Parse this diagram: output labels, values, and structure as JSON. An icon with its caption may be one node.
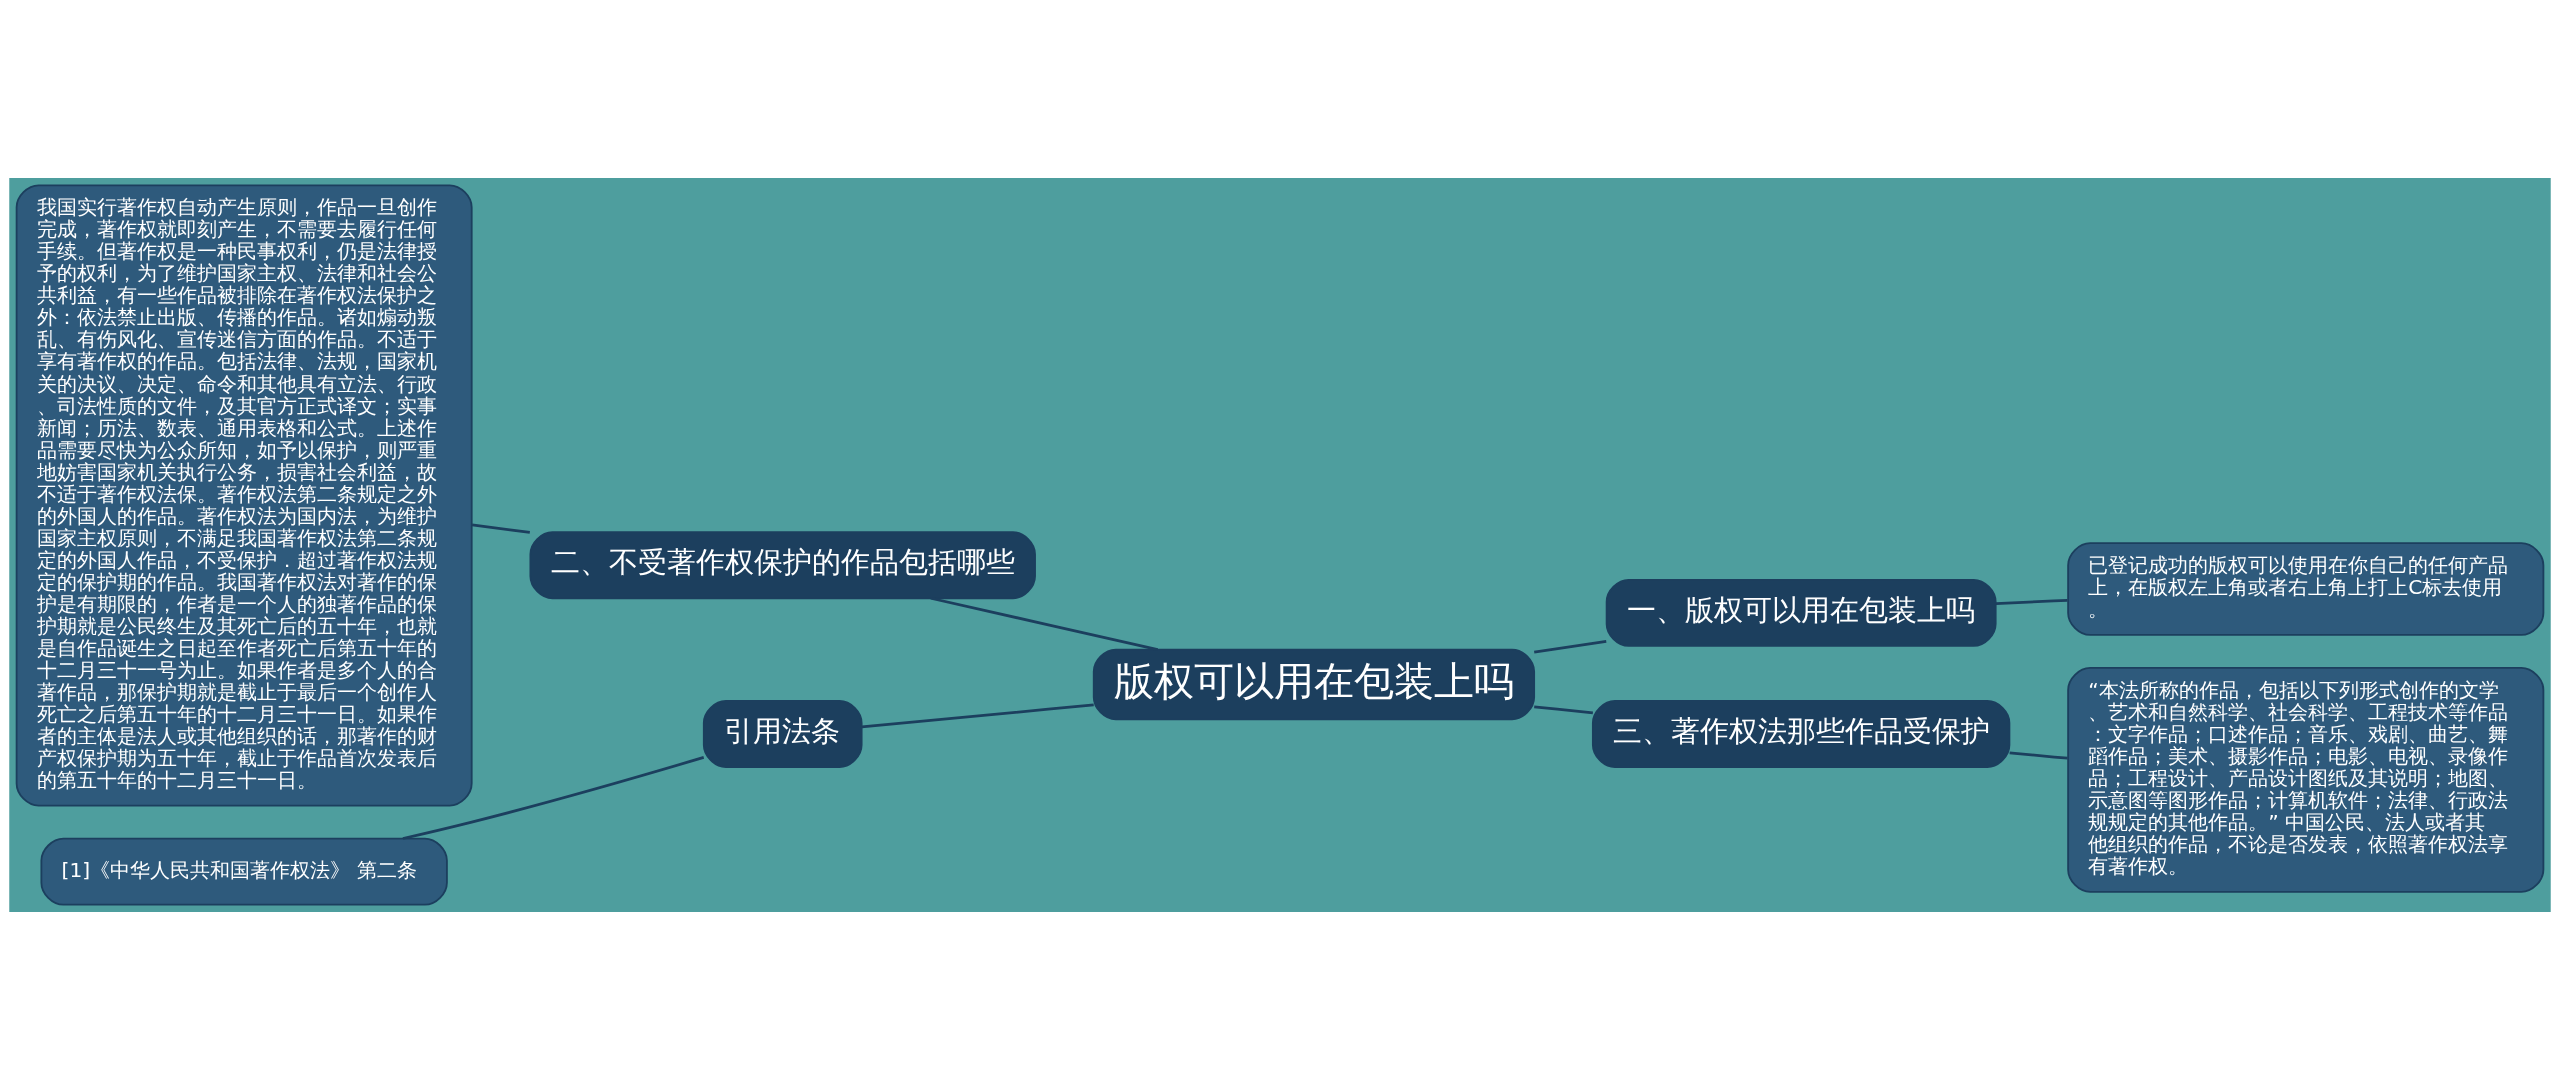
{
  "diagram": {
    "nodes": [
      {
        "text": [
          "版权可以用在包装上吗"
        ]
      },
      {
        "text": [
          "二、不受著作权保护的作品包括哪些"
        ]
      },
      {
        "text": [
          "我国实行著作权自动产生原则，作品一旦创作完成，著作权就即刻产生，不需要去履行任何手续。但著作权是一种民事权利，仍是法律授予的权利，为了维护国家主权、法律和社会公共利益，有一些作品被排除在著作权法保护之外：依法禁止出版、传播的作品。诸如煽动叛乱、有伤风化、宣传迷信方面的作品。不适于享有著作权的作品。包括法律、法规，国家机关的决议、决定、命令和其他具有立法、行政、司法性质的文件，及其官方正式译文；实事新闻；历法、数表、通用表格和公式。上述作品需要尽快为公众所知，如予以保护，则严重地妨害国家机关执行公务，损害社会利益，故不适于著作权法保。著作权法第二条规定之外的外国人的作品。著作权法为国内法，为维护国家主权原则，不满足我国著作权法第二条规定的外国人作品，不受保护．超过著作权法规定的保护期的作品。我国著作权法对著作的保护是有期限的，作者是一个人的独著作品的保护期就是公民终生及其死亡后的五十年，也就是自作品诞生之日起至作者死亡后第五十年的十二月三十一号为止。如果作者是多个人的合著作品，那保护期就是截止于最后一个创作人死亡之后第五十年的十二月三十一日。如果作者的主体是法人或其他组织的话，那著作的财产权保护期为五十年，截止于作品首次发表后的第五十年的十二月三十一日。"
        ]
      },
      {
        "text": [
          "引用法条"
        ]
      },
      {
        "text": [
          "[1]《中华人民共和国著作权法》 第二条"
        ]
      },
      {
        "text": [
          "一、版权可以用在包装上吗"
        ]
      },
      {
        "text": [
          "已登记成功的版权可以使用在你自己的任何产品上，在版权左上角或者右上角上打上C标去使用。"
        ]
      },
      {
        "text": [
          "三、著作权法那些作品受保护"
        ]
      },
      {
        "text": [
          "“本法所称的作品，包括以下列形式创作的文学、艺术和自然科学、社会科学、工程技术等作品：文字作品；口述作品；音乐、戏剧、曲艺、舞蹈作品；美术、摄影作品；电影、电视、录像作品；工程设计、产品设计图纸及其说明；地图、示意图等图形作品；计算机软件；法律、行政法规规定的其他作品。” 中国公民、法人或者其他组织的作品，不论是否发表，依照著作权法享有著作权。"
        ]
      }
    ],
    "edges": [
      {
        "from": 0,
        "to": 1,
        "arrow": "none"
      },
      {
        "from": 1,
        "to": 2,
        "arrow": "none"
      },
      {
        "from": 0,
        "to": 3,
        "arrow": "none"
      },
      {
        "from": 3,
        "to": 4,
        "arrow": "none"
      },
      {
        "from": 0,
        "to": 5,
        "arrow": "none"
      },
      {
        "from": 5,
        "to": 6,
        "arrow": "none"
      },
      {
        "from": 0,
        "to": 7,
        "arrow": "none"
      },
      {
        "from": 7,
        "to": 8,
        "arrow": "none"
      }
    ]
  }
}
